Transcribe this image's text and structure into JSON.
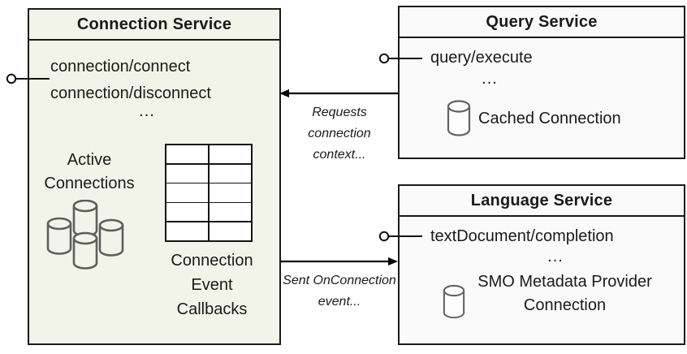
{
  "colors": {
    "connection_fill": "#f2f4ea",
    "service_fill": "#fafafa",
    "border_color": "#1a1a1a",
    "cylinder_stroke": "#636363",
    "text_color": "#1a1a1a"
  },
  "connection_service": {
    "title": "Connection Service",
    "endpoints": [
      "connection/connect",
      "connection/disconnect"
    ],
    "ellipsis": "...",
    "active_connections_label": "Active Connections",
    "callbacks_label": "Connection Event Callbacks",
    "table": {
      "rows": 5,
      "cols": 2
    }
  },
  "query_service": {
    "title": "Query Service",
    "endpoint": "query/execute",
    "ellipsis": "...",
    "connection_label": "Cached Connection"
  },
  "language_service": {
    "title": "Language Service",
    "endpoint": "textDocument/completion",
    "ellipsis": "...",
    "connection_label": "SMO Metadata Provider Connection"
  },
  "arrows": {
    "request_label": "Requests connection context...",
    "event_label": "Sent OnConnection event..."
  }
}
